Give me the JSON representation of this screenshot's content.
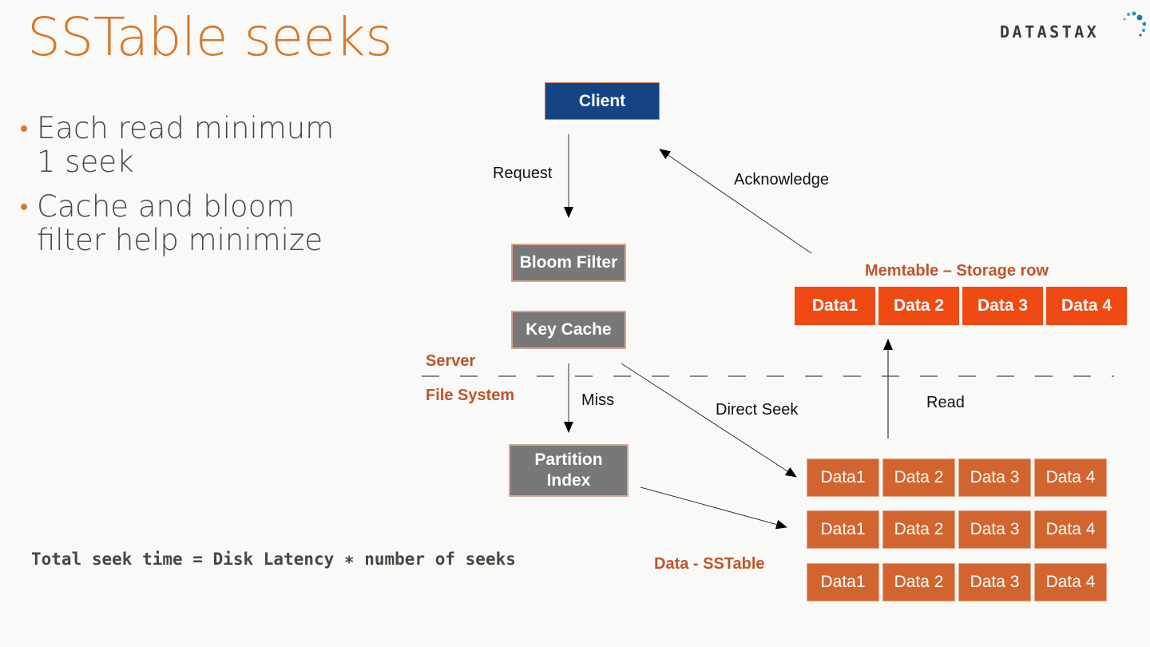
{
  "slide": {
    "title": "SSTable seeks",
    "logo": {
      "text": "DATASTAX",
      "icon": "datastax-dots-icon"
    },
    "bullets": [
      "Each read minimum 1 seek",
      "Cache and bloom filter help minimize"
    ],
    "formula": "Total seek time = Disk Latency ∗ number of seeks"
  },
  "diagram": {
    "nodes": {
      "client": "Client",
      "bloom_filter": "Bloom Filter",
      "key_cache": "Key Cache",
      "partition_index_line1": "Partition",
      "partition_index_line2": "Index"
    },
    "edges": {
      "request": "Request",
      "acknowledge": "Acknowledge",
      "miss": "Miss",
      "direct_seek": "Direct Seek",
      "read": "Read"
    },
    "zones": {
      "server": "Server",
      "file_system": "File System"
    },
    "memtable": {
      "title": "Memtable – Storage row",
      "cells": [
        "Data1",
        "Data 2",
        "Data 3",
        "Data 4"
      ]
    },
    "sstable": {
      "title": "Data - SSTable",
      "rows": [
        [
          "Data1",
          "Data 2",
          "Data 3",
          "Data 4"
        ],
        [
          "Data1",
          "Data 2",
          "Data 3",
          "Data 4"
        ],
        [
          "Data1",
          "Data 2",
          "Data 3",
          "Data 4"
        ]
      ]
    },
    "colors": {
      "title": "#d8782a",
      "client": "#154485",
      "node_gray": "#787878",
      "memtable": "#f04a14",
      "sstable": "#d2652f",
      "zone_label": "#c1542b"
    }
  }
}
